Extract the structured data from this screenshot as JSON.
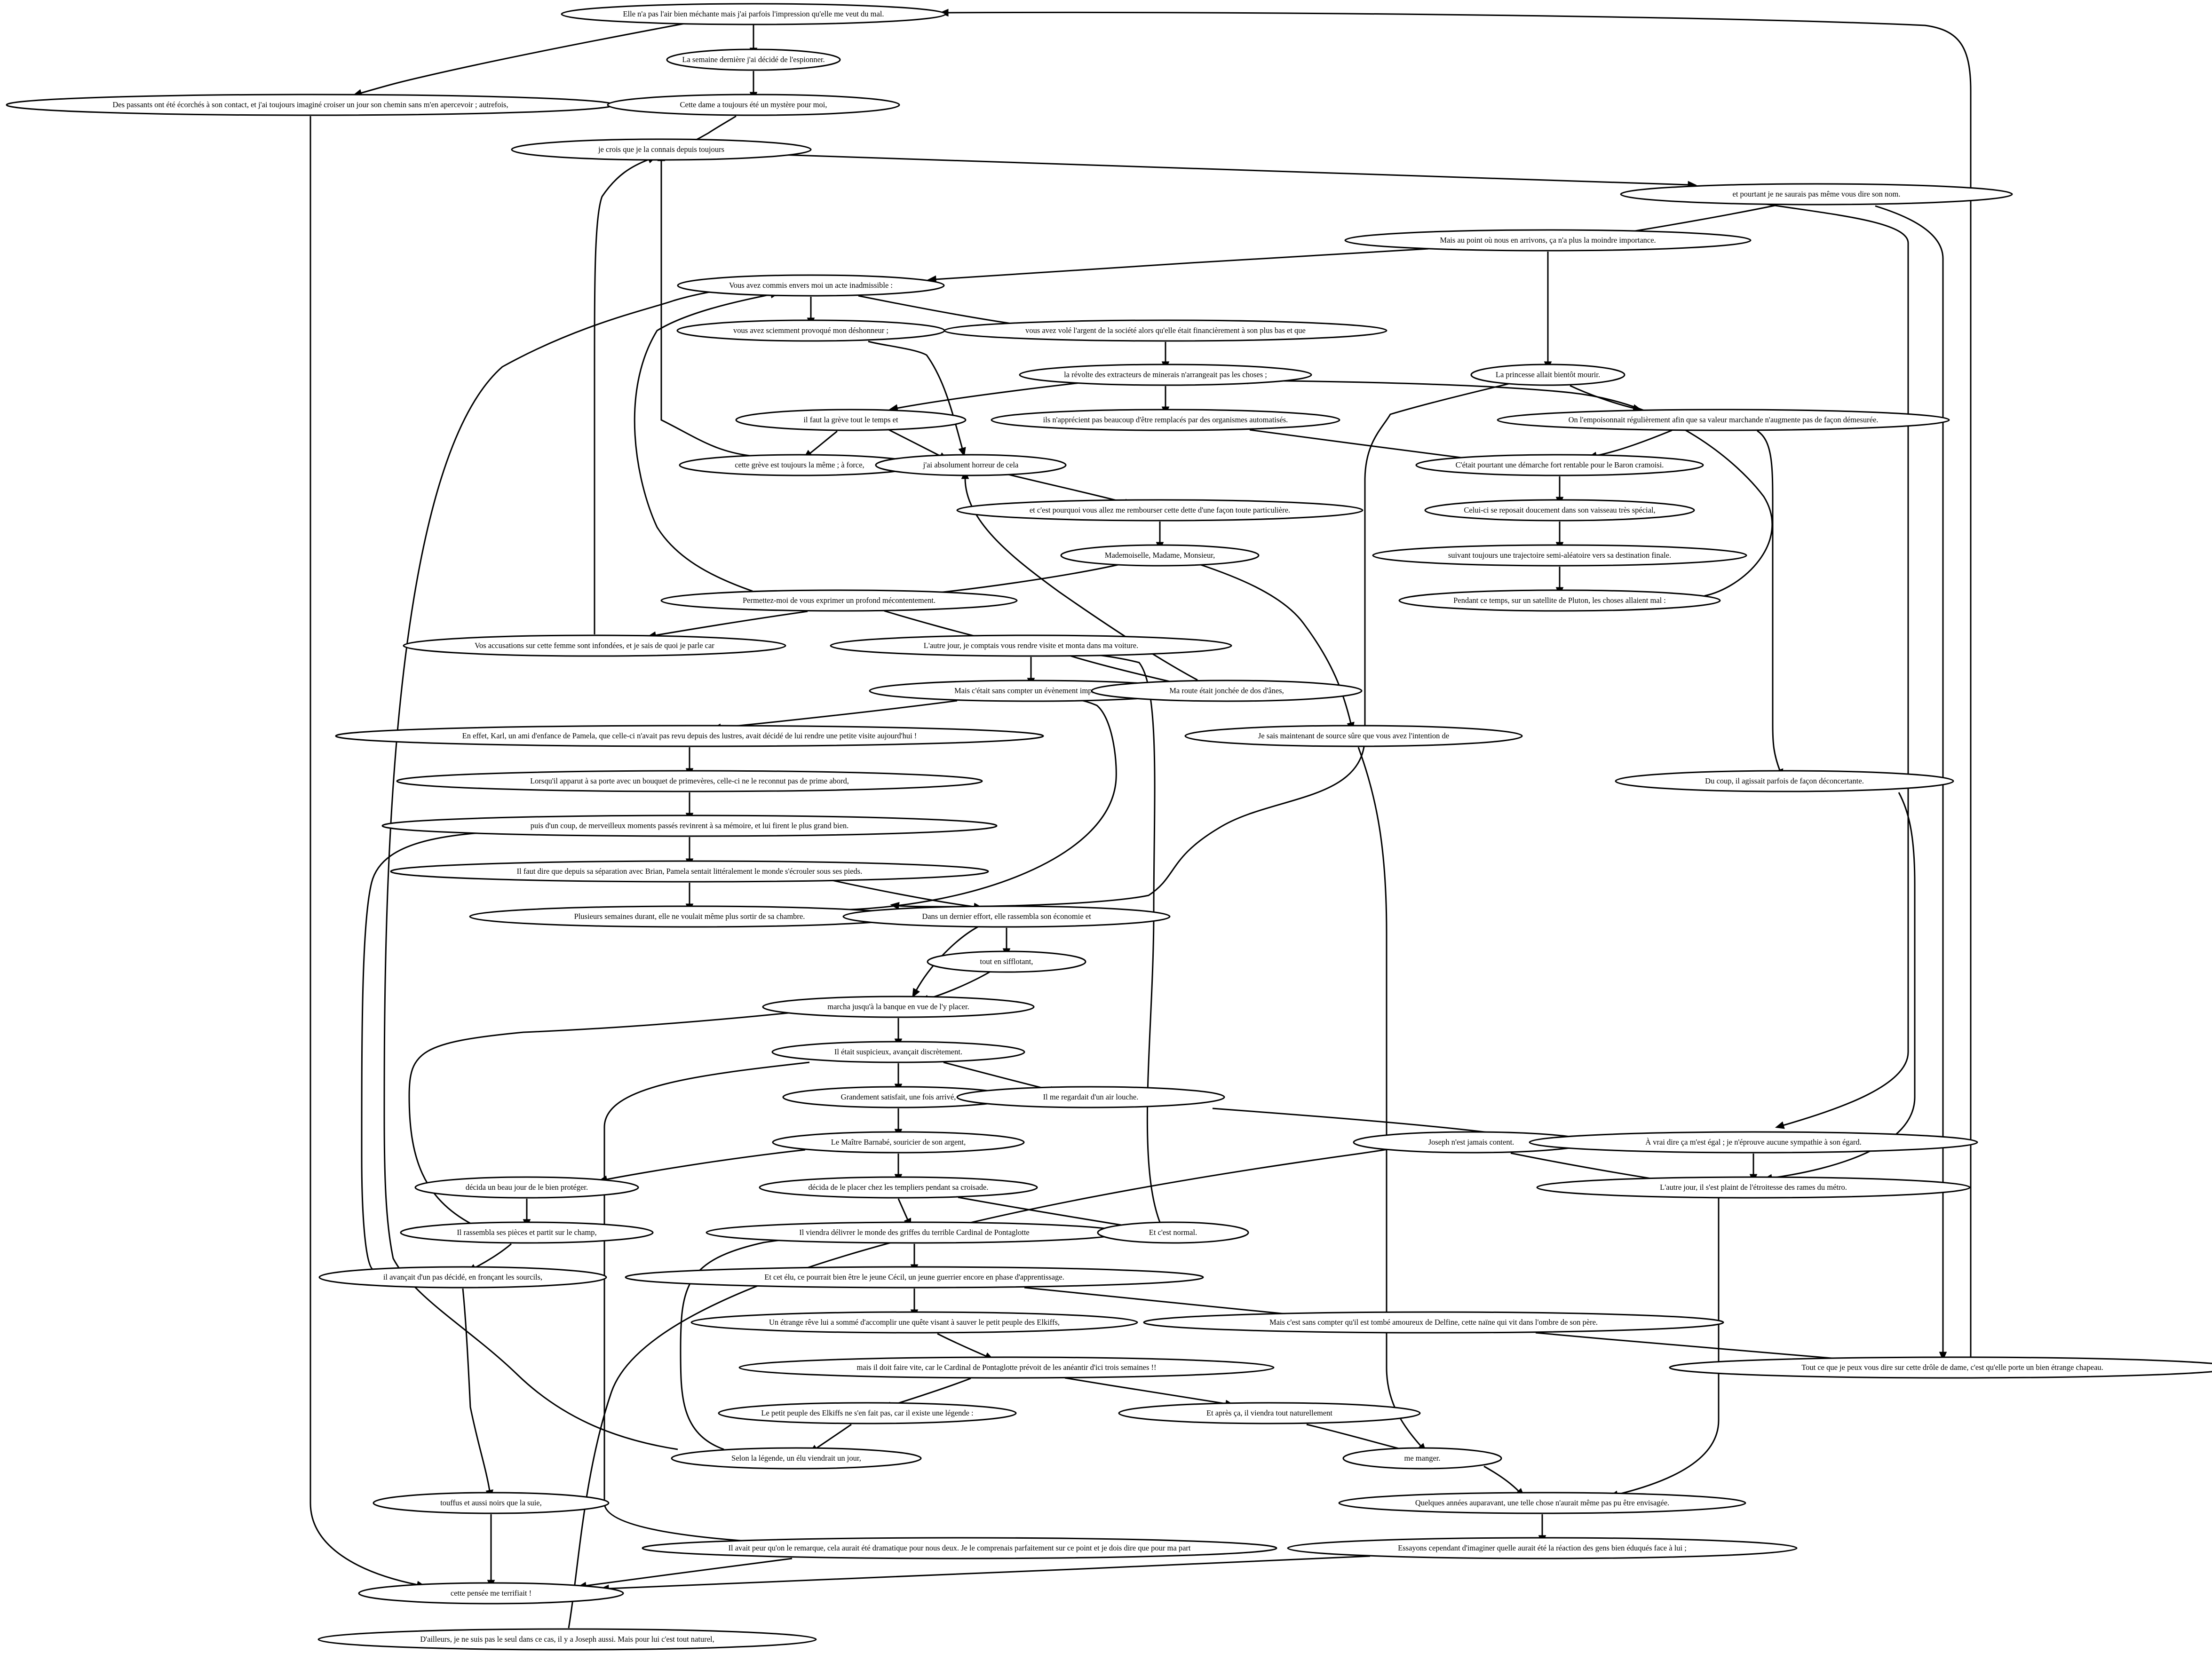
{
  "nodes": {
    "n1": "Elle n'a pas l'air bien méchante mais j'ai parfois l'impression qu'elle me veut du mal.",
    "n2": "La semaine dernière j'ai décidé de l'espionner.",
    "n3": "Des passants ont été écorchés à son contact, et j'ai toujours imaginé croiser un jour son chemin sans m'en apercevoir ; autrefois,",
    "n4": "Cette dame a toujours été un mystère pour moi,",
    "n5": "je crois que je la connais depuis toujours",
    "n6": "et pourtant je ne saurais pas même vous dire son nom.",
    "n7": "Mais au point où nous en arrivons, ça n'a plus la moindre importance.",
    "n8": "Vous avez commis envers moi un acte inadmissible :",
    "n9": "vous avez sciemment provoqué mon déshonneur ;",
    "n10": "vous avez volé l'argent de la société alors qu'elle était financièrement à son plus bas et que",
    "n11": "la révolte des extracteurs de minerais n'arrangeait pas les choses ;",
    "n12": "La princesse allait bientôt mourir.",
    "n13": "il faut la grève tout le temps et",
    "n14": "ils n'apprécient pas beaucoup d'être remplacés par des organismes automatisés.",
    "n15": "On l'empoisonnait régulièrement afin que sa valeur marchande n'augmente pas de façon démesurée.",
    "n16": "cette grève est toujours la même ; à force,",
    "n17": "j'ai absolument horreur de cela",
    "n18": "C'était pourtant une démarche fort rentable pour le Baron cramoisi.",
    "n19": "Celui-ci se reposait doucement dans son vaisseau très spécial,",
    "n20": "et c'est pourquoi vous allez me rembourser cette dette d'une façon toute particulière.",
    "n21": "suivant toujours une trajectoire semi-aléatoire vers sa destination finale.",
    "n22": "Mademoiselle, Madame, Monsieur,",
    "n23": "Pendant ce temps, sur un satellite de Pluton, les choses allaient mal :",
    "n24": "Permettez-moi de vous exprimer un profond mécontentement.",
    "n25": "Vos accusations sur cette femme sont infondées, et je sais de quoi je parle car",
    "n26": "L'autre jour, je comptais vous rendre visite et monta dans ma voiture.",
    "n27": "Mais c'était sans compter un évènement imprévu.",
    "n28": "Ma route était jonchée de dos d'ânes,",
    "n29": "Je sais maintenant de source sûre que vous avez l'intention de",
    "n30": "En effet, Karl, un ami d'enfance de Pamela, que celle-ci n'avait pas revu depuis des lustres, avait décidé de lui rendre une petite visite aujourd'hui !",
    "n31": "Du coup, il agissait parfois de façon déconcertante.",
    "n32": "Lorsqu'il apparut à sa porte avec un bouquet de primevères, celle-ci ne le reconnut pas de prime abord,",
    "n33": "puis d'un coup, de merveilleux moments passés revinrent à sa mémoire, et lui firent le plus grand bien.",
    "n34": "Il faut dire que depuis sa séparation avec Brian, Pamela sentait littéralement le monde s'écrouler sous ses pieds.",
    "n35": "Plusieurs semaines durant, elle ne voulait même plus sortir de sa chambre.",
    "n36": "Dans un dernier effort, elle rassembla son économie et",
    "n37": "tout en sifflotant,",
    "n38": "marcha jusqu'à la banque en vue de l'y placer.",
    "n39": "Il était suspicieux, avançait discrètement.",
    "n40": "Grandement satisfait, une fois arrivé,",
    "n41": "Il me regardait d'un air louche.",
    "n42": "Le Maître Barnabé, souricier de son argent,",
    "n43": "Joseph n'est jamais content.",
    "n44": "À vrai dire ça m'est égal ; je n'éprouve aucune sympathie à son égard.",
    "n45": "décida un beau jour de le bien protéger.",
    "n46": "décida de le placer chez les templiers pendant sa croisade.",
    "n47": "L'autre jour, il s'est plaint de l'étroitesse des rames du métro.",
    "n48": "Il rassembla ses pièces et partit sur le champ,",
    "n49": "Il viendra délivrer le monde des griffes du terrible Cardinal de Pontaglotte",
    "n50": "Et c'est normal.",
    "n51": "il avançait d'un pas décidé, en fronçant les sourcils,",
    "n52": "Et cet élu, ce pourrait bien être le jeune Cécil, un jeune guerrier encore en phase d'apprentissage.",
    "n53": "Un étrange rêve lui a sommé d'accomplir une quête visant à sauver le petit peuple des Elkiffs,",
    "n54": "Mais c'est sans compter qu'il est tombé amoureux de Delfine, cette naïne qui vit dans l'ombre de son père.",
    "n55": "Tout ce que je peux vous dire sur cette drôle de dame, c'est qu'elle porte un bien étrange chapeau.",
    "n56": "mais il doit faire vite, car le Cardinal de Pontaglotte prévoit de les anéantir d'ici trois semaines !!",
    "n57": "Le petit peuple des Elkiffs ne s'en fait pas, car il existe une légende :",
    "n58": "Et après ça, il viendra tout naturellement",
    "n59": "Selon la légende, un élu viendrait un jour,",
    "n60": "me manger.",
    "n61": "touffus et aussi noirs que la suie,",
    "n62": "Quelques années auparavant, une telle chose n'aurait même pas pu être envisagée.",
    "n63": "Il avait peur qu'on le remarque, cela aurait été dramatique pour nous deux. Je le comprenais parfaitement sur ce point et je dois dire que pour ma part",
    "n64": "Essayons cependant d'imaginer quelle aurait été la réaction des gens bien éduqués face à lui ;",
    "n65": "cette pensée me terrifiait !",
    "n66": "D'ailleurs, je ne suis pas le seul dans ce cas, il y a Joseph aussi. Mais pour lui c'est tout naturel,"
  }
}
